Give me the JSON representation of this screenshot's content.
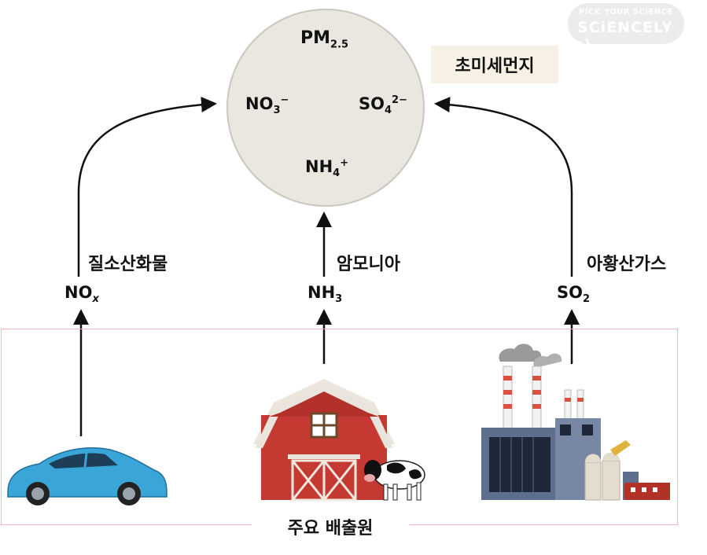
{
  "logo": {
    "line1": "PiCK YOUR SCiENCE",
    "line2": "SCiENCELY :)"
  },
  "particle": {
    "title_main": "PM",
    "title_sub": "2.5",
    "ions": {
      "nitrate": {
        "base": "NO",
        "sub": "3",
        "sup": "−"
      },
      "sulfate": {
        "base": "SO",
        "sub": "4",
        "sup": "2−"
      },
      "ammonium": {
        "base": "NH",
        "sub": "4",
        "sup": "+"
      }
    },
    "tag": "초미세먼지"
  },
  "pathways": {
    "left": {
      "formula_base": "NO",
      "formula_sub": "x",
      "name": "질소산화물"
    },
    "middle": {
      "formula_base": "NH",
      "formula_sub": "3",
      "name": "암모니아"
    },
    "right": {
      "formula_base": "SO",
      "formula_sub": "2",
      "name": "아황산가스"
    }
  },
  "sources": {
    "label": "주요 배출원",
    "icons": [
      "car-icon",
      "barn-icon",
      "cow-icon",
      "factory-icon"
    ]
  },
  "colors": {
    "circle_fill": "#e9e7df",
    "circle_stroke": "#c9c7bf",
    "tag_bg": "#f6f1e4",
    "source_border": "#f1b9bc",
    "car": "#3aa6d8",
    "barn": "#c43a32",
    "factory": "#5e6f8e"
  }
}
